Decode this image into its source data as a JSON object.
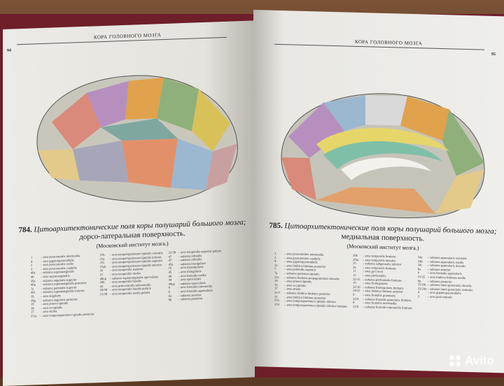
{
  "left_page": {
    "header": "КОРА ГОЛОВНОГО МОЗГА",
    "page_number": "94",
    "caption_number": "784.",
    "caption_title": "Цитоархитектонические поля коры полушарий большого мозга;",
    "caption_subtitle": "дорсо-латеральная поверхность.",
    "caption_source": "(Московский институт мозга.)",
    "legend": [
      [
        [
          "1",
          "area postcentralis intermedia"
        ],
        [
          "4",
          "area gigantopyramidalis"
        ],
        [
          "2",
          "area postcentralis oralis"
        ],
        [
          "3",
          "area postcentralis caudalis"
        ],
        [
          "40s",
          "subarea supramarginalis"
        ],
        [
          "40",
          "area supramarginalis"
        ],
        [
          "39s",
          "subarea angularis superior"
        ],
        [
          "40p",
          "subarea supramarginalis posterior"
        ],
        [
          "7a",
          "subarea parietalis superior"
        ],
        [
          "40i",
          "subarea supramarginalis inferior"
        ],
        [
          "39",
          "area angularis"
        ],
        [
          "39p",
          "subarea angularis posterior"
        ],
        [
          "19",
          "area praeoccipitalis"
        ],
        [
          "18",
          "area occipitalis"
        ],
        [
          "17",
          "area striata"
        ],
        [
          "37ac",
          "area temporoparietooccipitalis posterior"
        ]
      ],
      [
        [
          "37b",
          "area temporoparietooccipitalis centralis"
        ],
        [
          "37a",
          "area temporoparietooccipitalis inferior"
        ],
        [
          "37s",
          "area temporoparietooccipitalis superior"
        ],
        [
          "37ab",
          "area temporoparietooccipitalis anterior"
        ],
        [
          "22",
          "area temporalis superior"
        ],
        [
          "21",
          "area temporalis media"
        ],
        [
          "40op",
          "subarea supramarginalis opercularis"
        ],
        [
          "20b",
          "area temporalis basalis"
        ],
        [
          "43",
          "area postcentralis subcentralis"
        ],
        [
          "20/38",
          "area temporalis basalis polaris"
        ],
        [
          "21/38",
          "area temporalis media polaris"
        ]
      ],
      [
        [
          "22/38",
          "area temporalis superior polaris"
        ],
        [
          "47",
          "subarea orbitalis"
        ],
        [
          "47'",
          "subarea orbitalis"
        ],
        [
          "45a",
          "subarea triangularis"
        ],
        [
          "10",
          "area frontopolaris"
        ],
        [
          "45",
          "area triangularis"
        ],
        [
          "46",
          "area frontalis media"
        ],
        [
          "44",
          "area opercularis"
        ],
        [
          "44op",
          "subarea opercularis"
        ],
        [
          "8",
          "area frontalis intermedia"
        ],
        [
          "6",
          "area frontalis agranularis"
        ],
        [
          "6a",
          "subarea anterior"
        ],
        [
          "6p",
          "subarea posterior"
        ]
      ]
    ]
  },
  "right_page": {
    "header": "КОРА ГОЛОВНОГО МОЗГА",
    "page_number": "95",
    "caption_number": "785.",
    "caption_title": "Цитоархитектонические поля коры полушарий большого мозга;",
    "caption_subtitle": "медиальная поверхность.",
    "caption_source": "(Московский институт мозга.)",
    "legend": [
      [
        [
          "1",
          "area postcentralis intermedia"
        ],
        [
          "2",
          "area postcentralis caudalis"
        ],
        [
          "4",
          "area gigantopyramidalis"
        ],
        [
          "31",
          "area limbica limitans posterior"
        ],
        [
          "7",
          "area parietalis superior"
        ],
        [
          "7a",
          "subarea parietooccipitalis"
        ],
        [
          "23c",
          "subarea limitans propagranularis dorsalis"
        ],
        [
          "19",
          "area praeoccipitalis"
        ],
        [
          "18",
          "area occipitalis"
        ],
        [
          "17",
          "area striata"
        ],
        [
          "31/7",
          "subarea limbica limitans posterior"
        ],
        [
          "31",
          "area limbica limitans posterior"
        ],
        [
          "37a",
          "area temporoparietooccipitalis inferior"
        ],
        [
          "37d",
          "area temporoparietooccipitalis inferior limitans"
        ]
      ],
      [
        [
          "20b",
          "area temporalis limitans"
        ],
        [
          "20m",
          "area temporalis lateralis"
        ],
        [
          "25",
          "subarea subgenualis inferior"
        ],
        [
          "26",
          "area temporalis limitans"
        ],
        [
          "11",
          "area gyri recti"
        ],
        [
          "12",
          "area prefrontalis"
        ],
        [
          "32/12",
          "subarea prefrontalis limitans"
        ],
        [
          "10",
          "area frontopolaris"
        ],
        [
          "32/10",
          "subarea frontopolaris limitans"
        ],
        [
          "24/32",
          "area limbica limitans anterior"
        ],
        [
          "9",
          "area frontalis granularis"
        ],
        [
          "32/9",
          "subarea frontalis granularis limitans"
        ],
        [
          "8",
          "area frontalis intermedia"
        ],
        [
          "32/8",
          "subarea frontalis intermedia limitans"
        ]
      ],
      [
        [
          "24a",
          "subarea agranularis ventralis"
        ],
        [
          "24b",
          "subarea agranularis media"
        ],
        [
          "24c",
          "subarea agranularis dorsalis"
        ],
        [
          "6a",
          "subarea anterior"
        ],
        [
          "6",
          "area frontalis agranularis"
        ],
        [
          "31/32",
          "area limbica limitans media"
        ],
        [
          "6p",
          "subarea posterior"
        ],
        [
          "23/24c",
          "subarea lateri granularis dorsalis"
        ],
        [
          "23/24a",
          "subarea lateri granularis ventralis"
        ],
        [
          "4",
          "area gigantopyramidalis"
        ],
        [
          "3",
          "area postcentralis"
        ]
      ]
    ]
  },
  "watermark": "Avito",
  "colors": {
    "paper": "#eceae5",
    "cover": "#6e1f2a",
    "wood": "#5a3a24"
  }
}
